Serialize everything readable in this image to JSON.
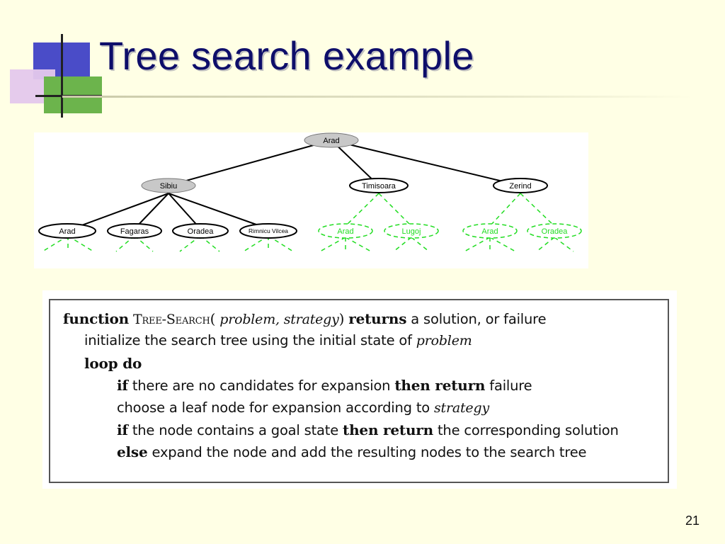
{
  "slide": {
    "title": "Tree search example",
    "page_number": "21"
  },
  "tree": {
    "root": "Arad",
    "level1": [
      "Sibiu",
      "Timisoara",
      "Zerind"
    ],
    "level2_expanded": [
      "Arad",
      "Fagaras",
      "Oradea",
      "Rimnicu Vilcea"
    ],
    "level2_unexpanded": [
      "Arad",
      "Lugoj",
      "Arad",
      "Oradea"
    ],
    "colors": {
      "expanded_fill": "#c8c8c8",
      "frontier_fill": "#ffffff",
      "unexpanded_stroke": "#22dd22",
      "edge": "#000000"
    }
  },
  "algorithm": {
    "line1": {
      "kw_function": "function",
      "name": "Tree-Search",
      "open_paren": "(",
      "args": "problem, strategy",
      "close_paren": ")",
      "kw_returns": "returns",
      "rest": "a solution, or failure"
    },
    "line2": {
      "text": "initialize the search tree using the initial state of",
      "arg": "problem"
    },
    "line3": {
      "kw": "loop do"
    },
    "line4": {
      "kw_if": "if",
      "text": "there are no candidates for expansion",
      "kw_then": "then return",
      "rest": "failure"
    },
    "line5": {
      "text": "choose a leaf node for expansion according to",
      "arg": "strategy"
    },
    "line6": {
      "kw_if": "if",
      "text": "the node contains a goal state",
      "kw_then": "then return",
      "rest": "the corresponding solution"
    },
    "line7": {
      "kw_else": "else",
      "text": "expand the node and add the resulting nodes to the search tree"
    }
  }
}
